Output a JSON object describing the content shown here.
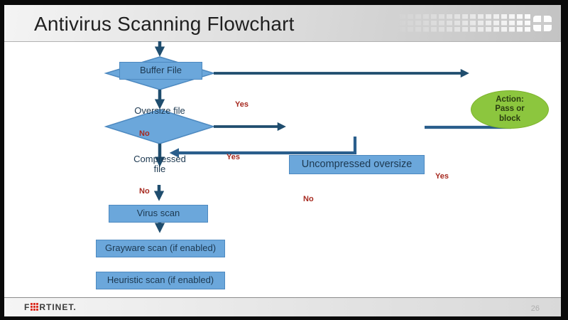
{
  "header": {
    "title": "Antivirus Scanning Flowchart",
    "logo_icon": "fortinet-grid-icon"
  },
  "flowchart": {
    "nodes": {
      "buffer": {
        "label": "Buffer File"
      },
      "oversize": {
        "label": "Oversize file"
      },
      "compressed": {
        "label": "Compressed\nfile"
      },
      "uncompressed": {
        "label": "Uncompressed oversize"
      },
      "virus": {
        "label": "Virus scan"
      },
      "grayware": {
        "label": "Grayware scan (if enabled)"
      },
      "heuristic": {
        "label": "Heuristic scan (if enabled)"
      },
      "action": {
        "label": "Action:\nPass or\nblock"
      }
    },
    "edge_labels": {
      "oversize_yes": "Yes",
      "oversize_no": "No",
      "compressed_yes": "Yes",
      "compressed_no": "No",
      "uncompressed_yes": "Yes",
      "uncompressed_no": "No"
    }
  },
  "footer": {
    "brand_prefix": "F",
    "brand_suffix": "RTINET.",
    "page_number": "26"
  },
  "colors": {
    "node_fill": "#6BA7DB",
    "node_border": "#4D89C0",
    "arrow_dark": "#1F4D6E",
    "arrow_steel": "#2A5E8C",
    "decision_label_red": "#A6291F",
    "action_fill": "#8CC63E",
    "action_text": "#2B3E11",
    "brand_red": "#DA291C"
  }
}
